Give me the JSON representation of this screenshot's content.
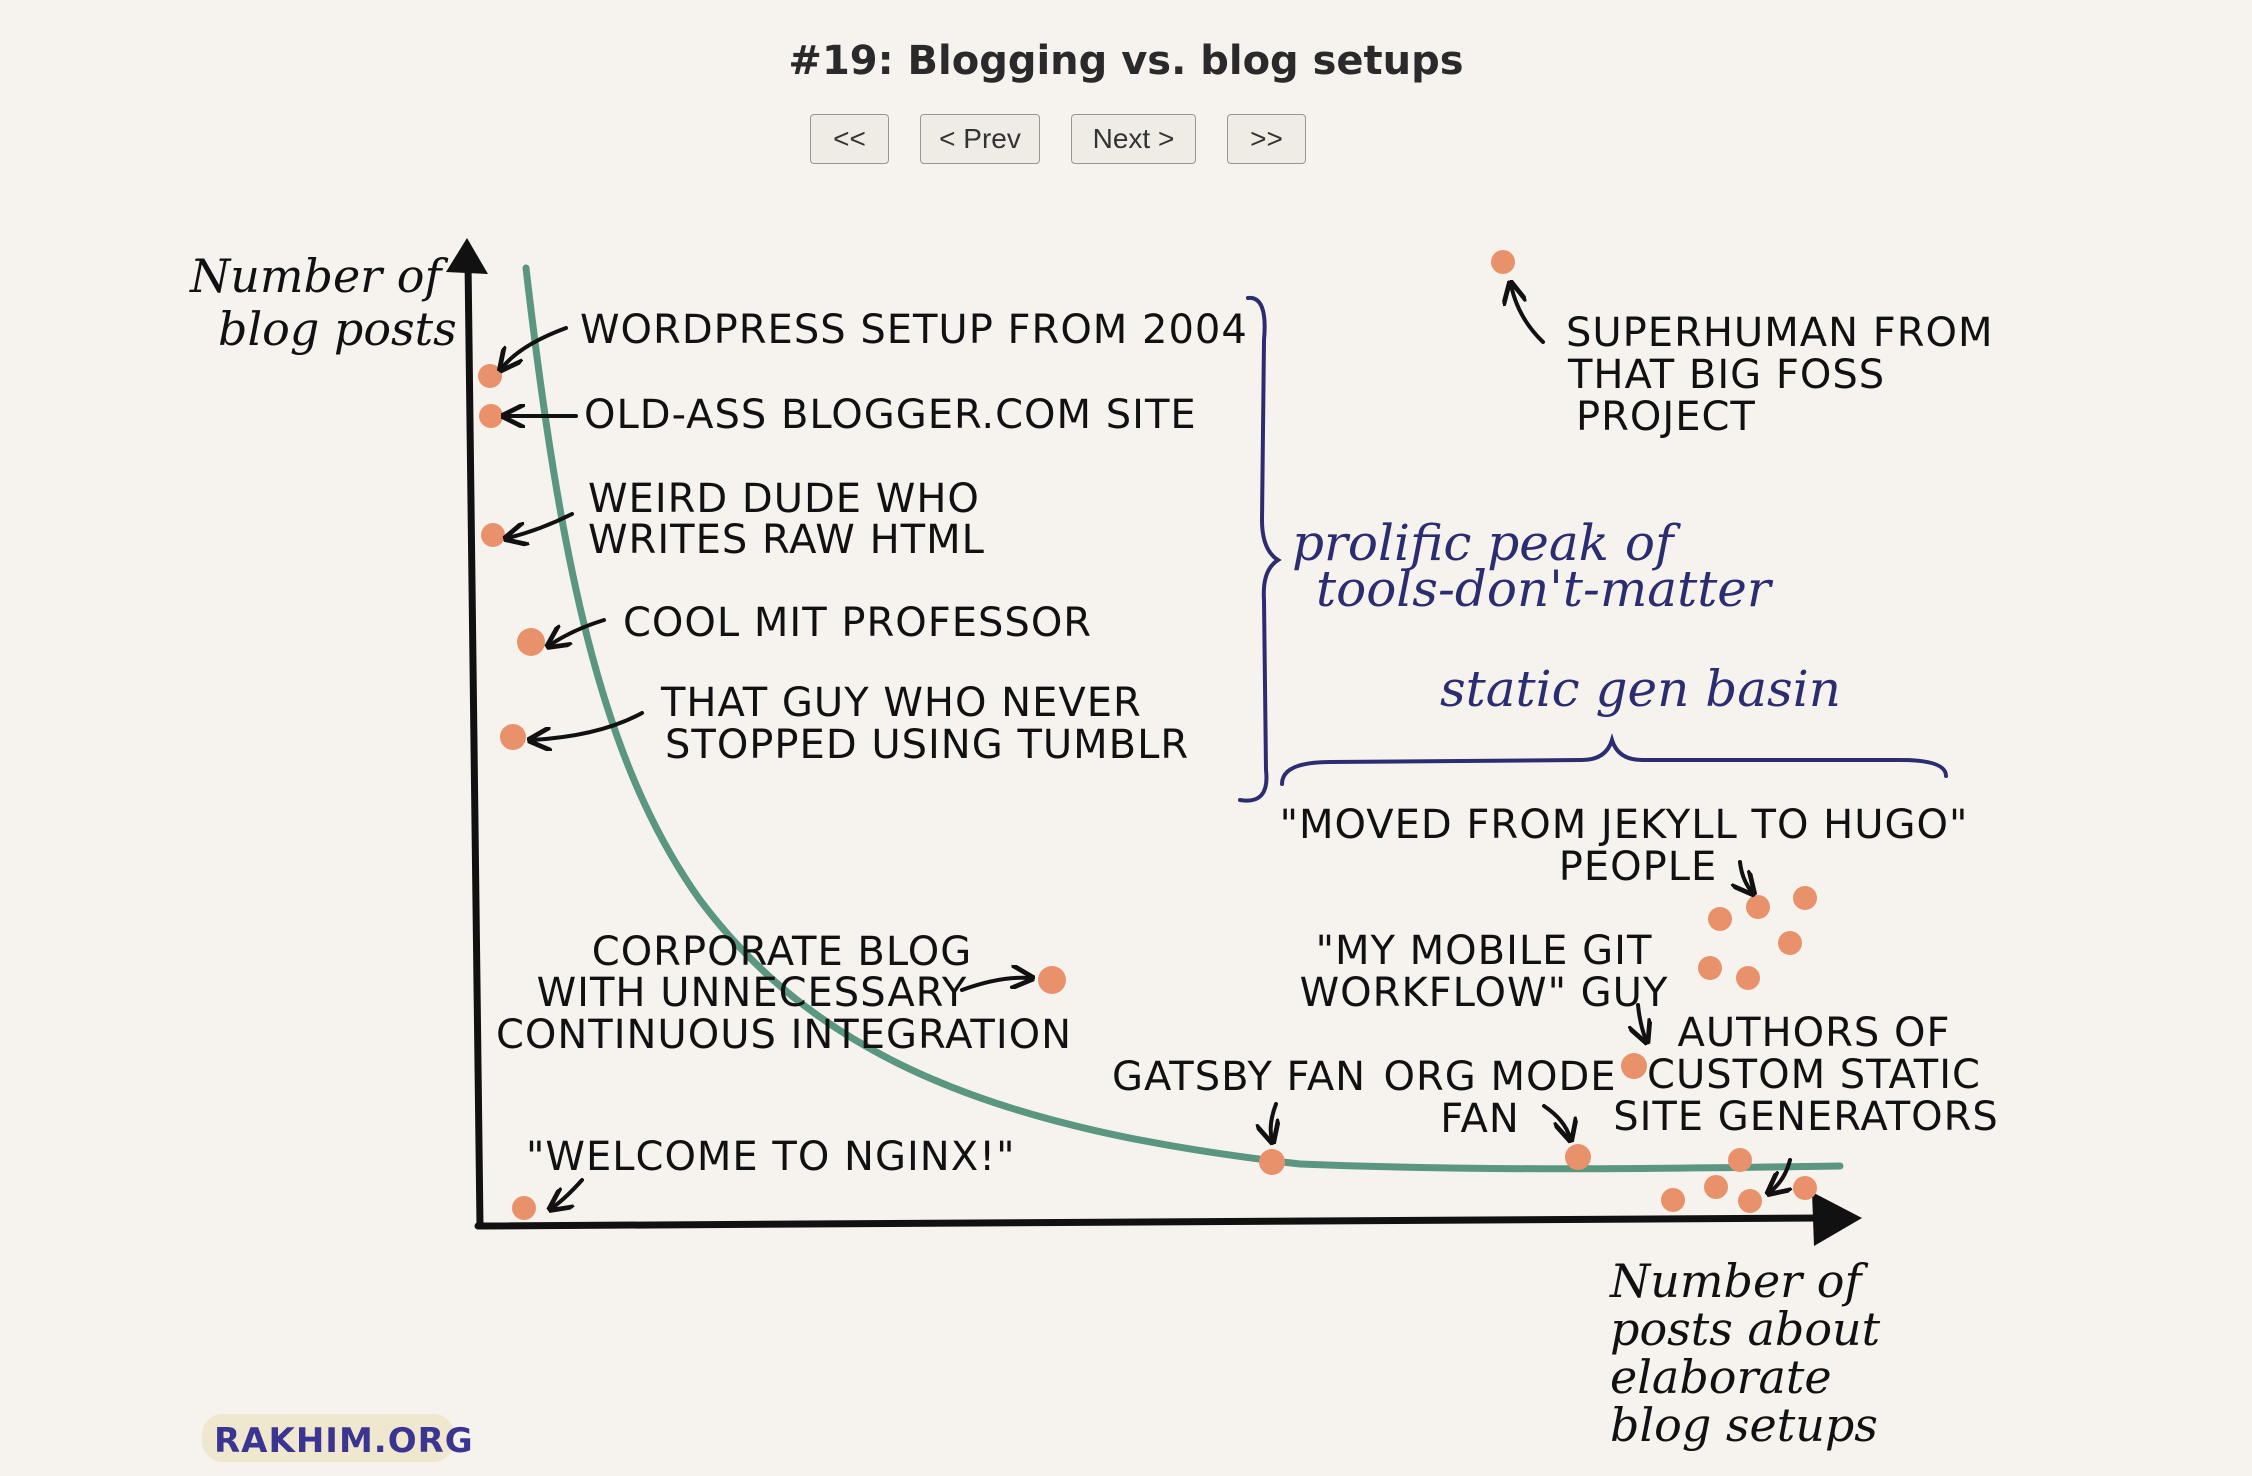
{
  "page_title": "#19: Blogging vs. blog setups",
  "nav": {
    "first": "<<",
    "prev": "< Prev",
    "next": "Next >",
    "last": ">>"
  },
  "comic": {
    "y_axis_label": [
      "Number of",
      "blog posts"
    ],
    "x_axis_label": [
      "Number of",
      "posts about",
      "elaborate",
      "blog setups"
    ],
    "labels": {
      "wordpress": [
        "WORDPRESS SETUP FROM 2004"
      ],
      "blogger": [
        "OLD-ASS BLOGGER.COM SITE"
      ],
      "weird_dude": [
        "WEIRD DUDE WHO",
        "WRITES RAW HTML"
      ],
      "mit": [
        "COOL MIT PROFESSOR"
      ],
      "tumblr": [
        "THAT GUY WHO NEVER",
        "STOPPED USING TUMBLR"
      ],
      "corporate": [
        "CORPORATE BLOG",
        "WITH UNNECESSARY",
        "CONTINUOUS INTEGRATION"
      ],
      "nginx": [
        "\"WELCOME TO NGINX!\""
      ],
      "gatsby": [
        "GATSBY FAN"
      ],
      "org_mode": [
        "ORG MODE",
        "FAN"
      ],
      "mobile_git": [
        "\"MY MOBILE GIT",
        "WORKFLOW\" GUY"
      ],
      "authors": [
        "AUTHORS OF",
        "CUSTOM STATIC",
        "SITE GENERATORS"
      ],
      "jekyll_hugo": [
        "\"MOVED FROM JEKYLL TO HUGO\"",
        "PEOPLE"
      ],
      "superhuman": [
        "SUPERHUMAN FROM",
        "THAT BIG FOSS",
        "PROJECT"
      ]
    },
    "annotations": {
      "prolific": [
        "prolific peak of",
        "tools-don't-matter"
      ],
      "basin": "static gen basin"
    },
    "brand": "RAKHIM.ORG",
    "colors": {
      "background": "#f6f3ef",
      "curve": "#5a9680",
      "dot": "#e9916a",
      "ink": "#111111",
      "annotation": "#2b2d70"
    }
  }
}
